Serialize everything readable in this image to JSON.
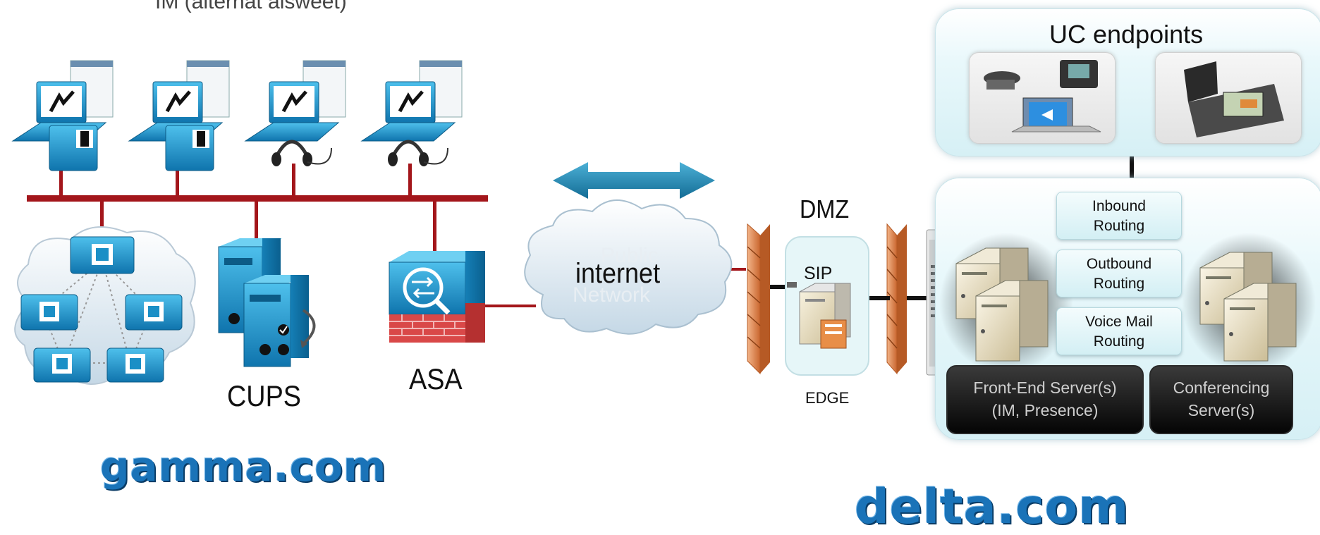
{
  "top_cut_text": "IM (alternat alsweet)",
  "gamma": {
    "domain": "gamma.com",
    "cups_label": "CUPS",
    "asa_label": "ASA"
  },
  "network": {
    "internet_label": "internet",
    "ghost_label_1": "Public",
    "ghost_label_2": "Network"
  },
  "dmz": {
    "title": "DMZ",
    "sip_label": "SIP",
    "edge_label": "EDGE"
  },
  "delta": {
    "domain": "delta.com",
    "uc_title": "UC endpoints",
    "inbound": [
      "Inbound",
      "Routing"
    ],
    "outbound": [
      "Outbound",
      "Routing"
    ],
    "voicemail": [
      "Voice Mail",
      "Routing"
    ],
    "frontend": [
      "Front-End Server(s)",
      "(IM, Presence)"
    ],
    "conferencing": [
      "Conferencing",
      "Server(s)"
    ]
  },
  "colors": {
    "lan_line": "#a3161b",
    "cisco_blue": "#1b8fc6",
    "domain_blue": "#1a73b8",
    "firewall_orange": "#d8814a"
  }
}
